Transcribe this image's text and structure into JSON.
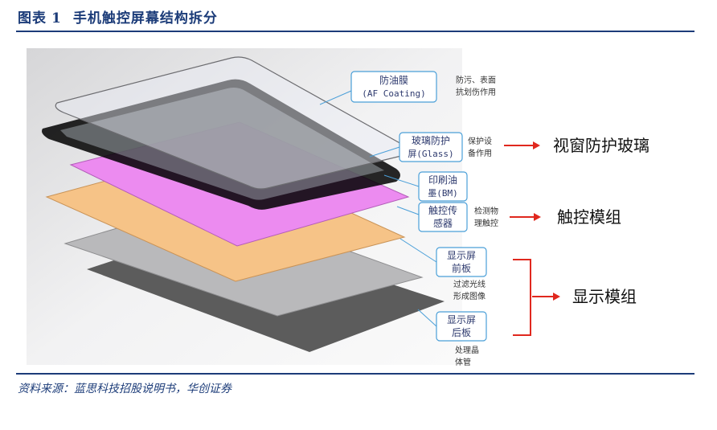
{
  "header": {
    "figure_label": "图表",
    "figure_number": "1",
    "title": "手机触控屏幕结构拆分"
  },
  "layers": [
    {
      "label_line1": "防油膜",
      "label_line2": "(AF Coating)",
      "note_line1": "防污、表面",
      "note_line2": "抗划伤作用",
      "color": "#e9ecf3"
    },
    {
      "label_line1": "玻璃防护",
      "label_line2": "屏(Glass)",
      "note_line1": "保护设",
      "note_line2": "备作用",
      "color": "#dde8f0"
    },
    {
      "label_line1": "印刷油",
      "label_line2": "墨(BM)",
      "note_line1": "",
      "note_line2": "",
      "color": "#111111"
    },
    {
      "label_line1": "触控传",
      "label_line2": "感器",
      "note_line1": "检测物",
      "note_line2": "理触控",
      "color": "#ec8bf0"
    },
    {
      "label_line1": "显示屏",
      "label_line2": "前板",
      "note_line1": "过滤光线",
      "note_line2": "形成图像",
      "color": "#f6c387"
    },
    {
      "label_line1": "显示屏",
      "label_line2": "后板",
      "note_line1": "处理晶",
      "note_line2": "体管",
      "color": "#5c5c5c"
    }
  ],
  "groups": [
    {
      "label": "视窗防护玻璃"
    },
    {
      "label": "触控模组"
    },
    {
      "label": "显示模组"
    }
  ],
  "accent_colors": {
    "arrow": "#e0281e",
    "label_border": "#4a9fd8",
    "title": "#1c3c79"
  },
  "footer": {
    "source": "资料来源：蓝思科技招股说明书，华创证券"
  }
}
